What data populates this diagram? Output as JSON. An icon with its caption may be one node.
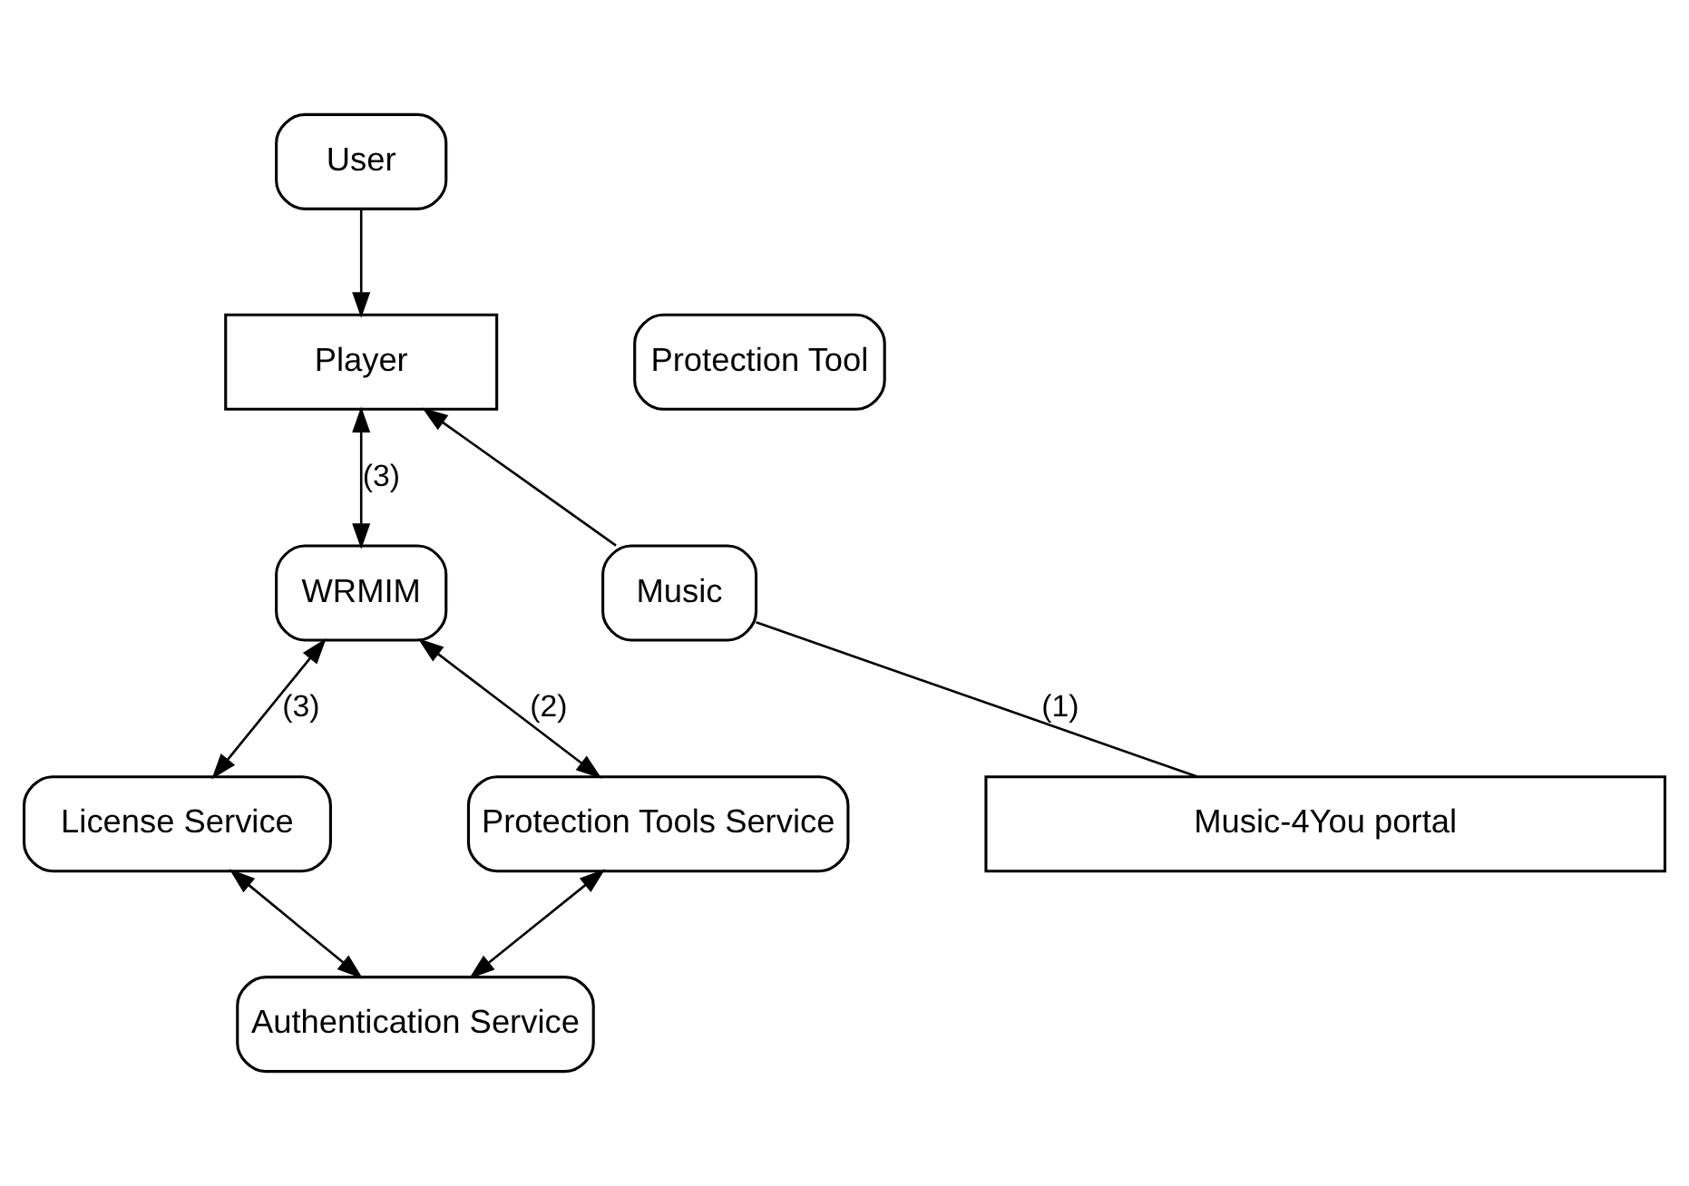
{
  "diagram": {
    "nodes": [
      {
        "text": [
          "User"
        ]
      },
      {
        "text": [
          "Player"
        ]
      },
      {
        "text": [
          "Protection Tool"
        ]
      },
      {
        "text": [
          "Music"
        ]
      },
      {
        "text": [
          "Music-4You portal"
        ]
      },
      {
        "text": [
          "WRMIM"
        ]
      },
      {
        "text": [
          "License Service"
        ]
      },
      {
        "text": [
          "Protection Tools Service"
        ]
      },
      {
        "text": [
          "Authentication Service"
        ]
      }
    ],
    "edges": [
      {
        "from": 0,
        "to": 1,
        "arrow": "to"
      },
      {
        "from": 4,
        "to": 3,
        "arrow": "none",
        "label": "(1)"
      },
      {
        "from": 3,
        "to": 1,
        "arrow": "to"
      },
      {
        "from": 1,
        "to": 5,
        "arrow": "both",
        "label": "(3)"
      },
      {
        "from": 5,
        "to": 6,
        "arrow": "both",
        "label": "(3)"
      },
      {
        "from": 5,
        "to": 7,
        "arrow": "both",
        "label": "(2)"
      },
      {
        "from": 6,
        "to": 8,
        "arrow": "both"
      },
      {
        "from": 7,
        "to": 8,
        "arrow": "both"
      }
    ]
  }
}
